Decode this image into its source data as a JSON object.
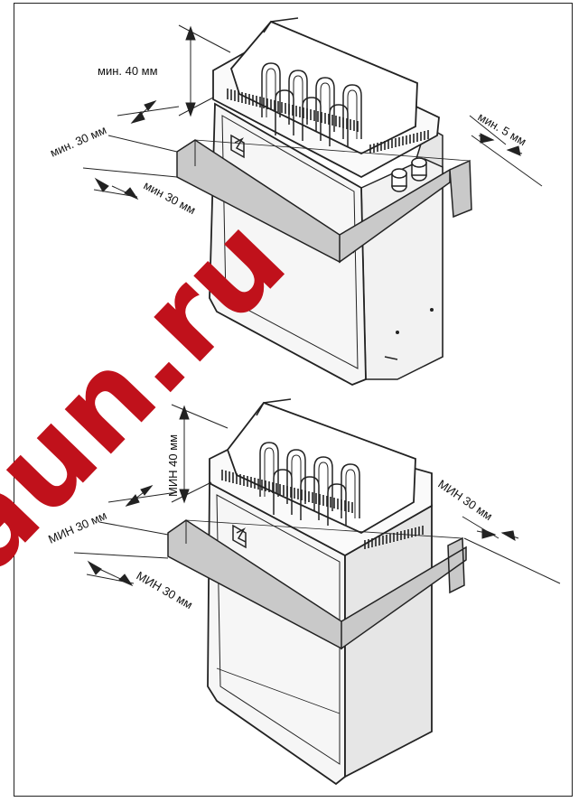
{
  "diagram": {
    "top_heater": {
      "label_top": "мин. 40 мм",
      "label_side": "мин. 30 мм",
      "label_front": "мин 30 мм",
      "label_right": "мин. 5 мм"
    },
    "bottom_heater": {
      "label_top": "МИН 40 мм",
      "label_side": "МИН 30 мм",
      "label_front": "МИН 30 мм",
      "label_right": "МИН 30 мм"
    }
  },
  "watermark": {
    "text": "aun.ru",
    "color": "#c0111b"
  },
  "colors": {
    "line": "#222222",
    "rail": "#c9c9c9",
    "body": "#f4f4f4",
    "side": "#e6e6e6"
  }
}
